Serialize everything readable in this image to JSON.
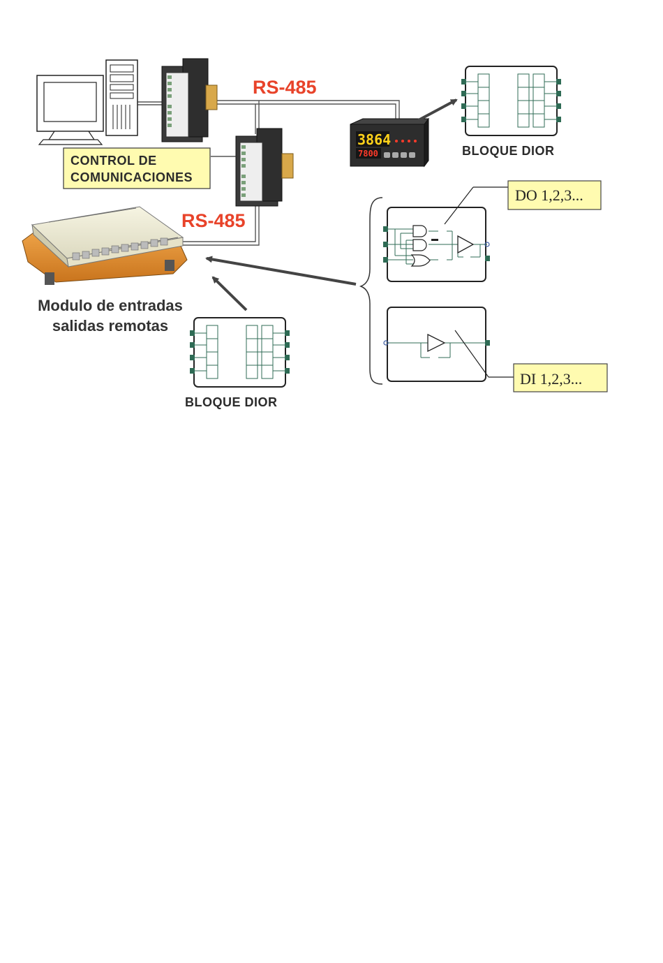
{
  "labels": {
    "rs485_top": "RS-485",
    "rs485_mid": "RS-485",
    "control_line1": "CONTROL DE",
    "control_line2": "COMUNICACIONES",
    "bloque_top": "BLOQUE  DIOR",
    "bloque_bottom": "BLOQUE  DIOR",
    "modulo_line1": "Modulo de entradas",
    "modulo_line2": "salidas remotas",
    "do_label": "DO 1,2,3...",
    "di_label": "DI 1,2,3..."
  },
  "display": {
    "main_value": "3864",
    "sub_value": "7800"
  },
  "icons": {
    "computer": "desktop-computer-icon",
    "comm_module": "din-rail-module-icon",
    "panel_meter": "panel-meter-icon",
    "io_module": "remote-io-module-icon",
    "dior_block": "dior-block-icon",
    "logic_gate": "logic-gate-icon"
  },
  "colors": {
    "accent_red": "#e8432a",
    "note_yellow": "#fffbb0",
    "connector_green": "#2f6b55",
    "wire_gray": "#555555",
    "module_orange": "#d9892d"
  }
}
